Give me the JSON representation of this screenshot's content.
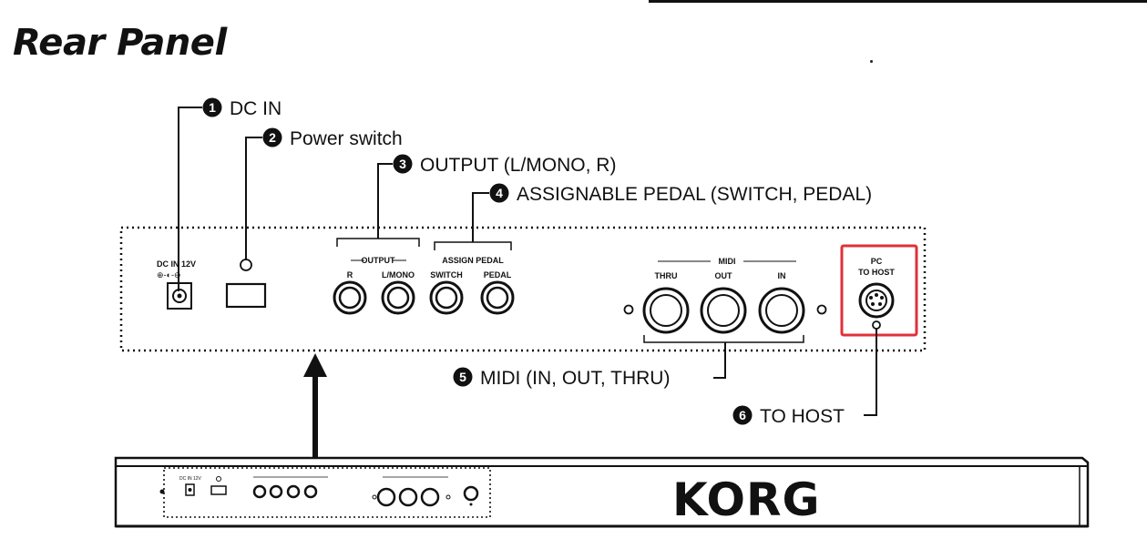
{
  "title": "Rear Panel",
  "callouts": [
    {
      "number": "1",
      "label": "DC IN"
    },
    {
      "number": "2",
      "label": "Power switch"
    },
    {
      "number": "3",
      "label": "OUTPUT (L/MONO, R)"
    },
    {
      "number": "4",
      "label": "ASSIGNABLE PEDAL (SWITCH, PEDAL)"
    },
    {
      "number": "5",
      "label": "MIDI (IN, OUT, THRU)"
    },
    {
      "number": "6",
      "label": "TO HOST"
    }
  ],
  "panel": {
    "dc_in_label": "DC IN 12V",
    "dc_polarity": "⊕-◐-⊖",
    "output_group": "OUTPUT",
    "output_r": "R",
    "output_lmono": "L/MONO",
    "pedal_group": "ASSIGN PEDAL",
    "pedal_switch": "SWITCH",
    "pedal_pedal": "PEDAL",
    "midi_group": "MIDI",
    "midi_thru": "THRU",
    "midi_out": "OUT",
    "midi_in": "IN",
    "pc_label": "PC",
    "to_host_label": "TO HOST"
  },
  "logo": "KORG",
  "colors": {
    "highlight": "#e0303a",
    "ink": "#111111"
  }
}
